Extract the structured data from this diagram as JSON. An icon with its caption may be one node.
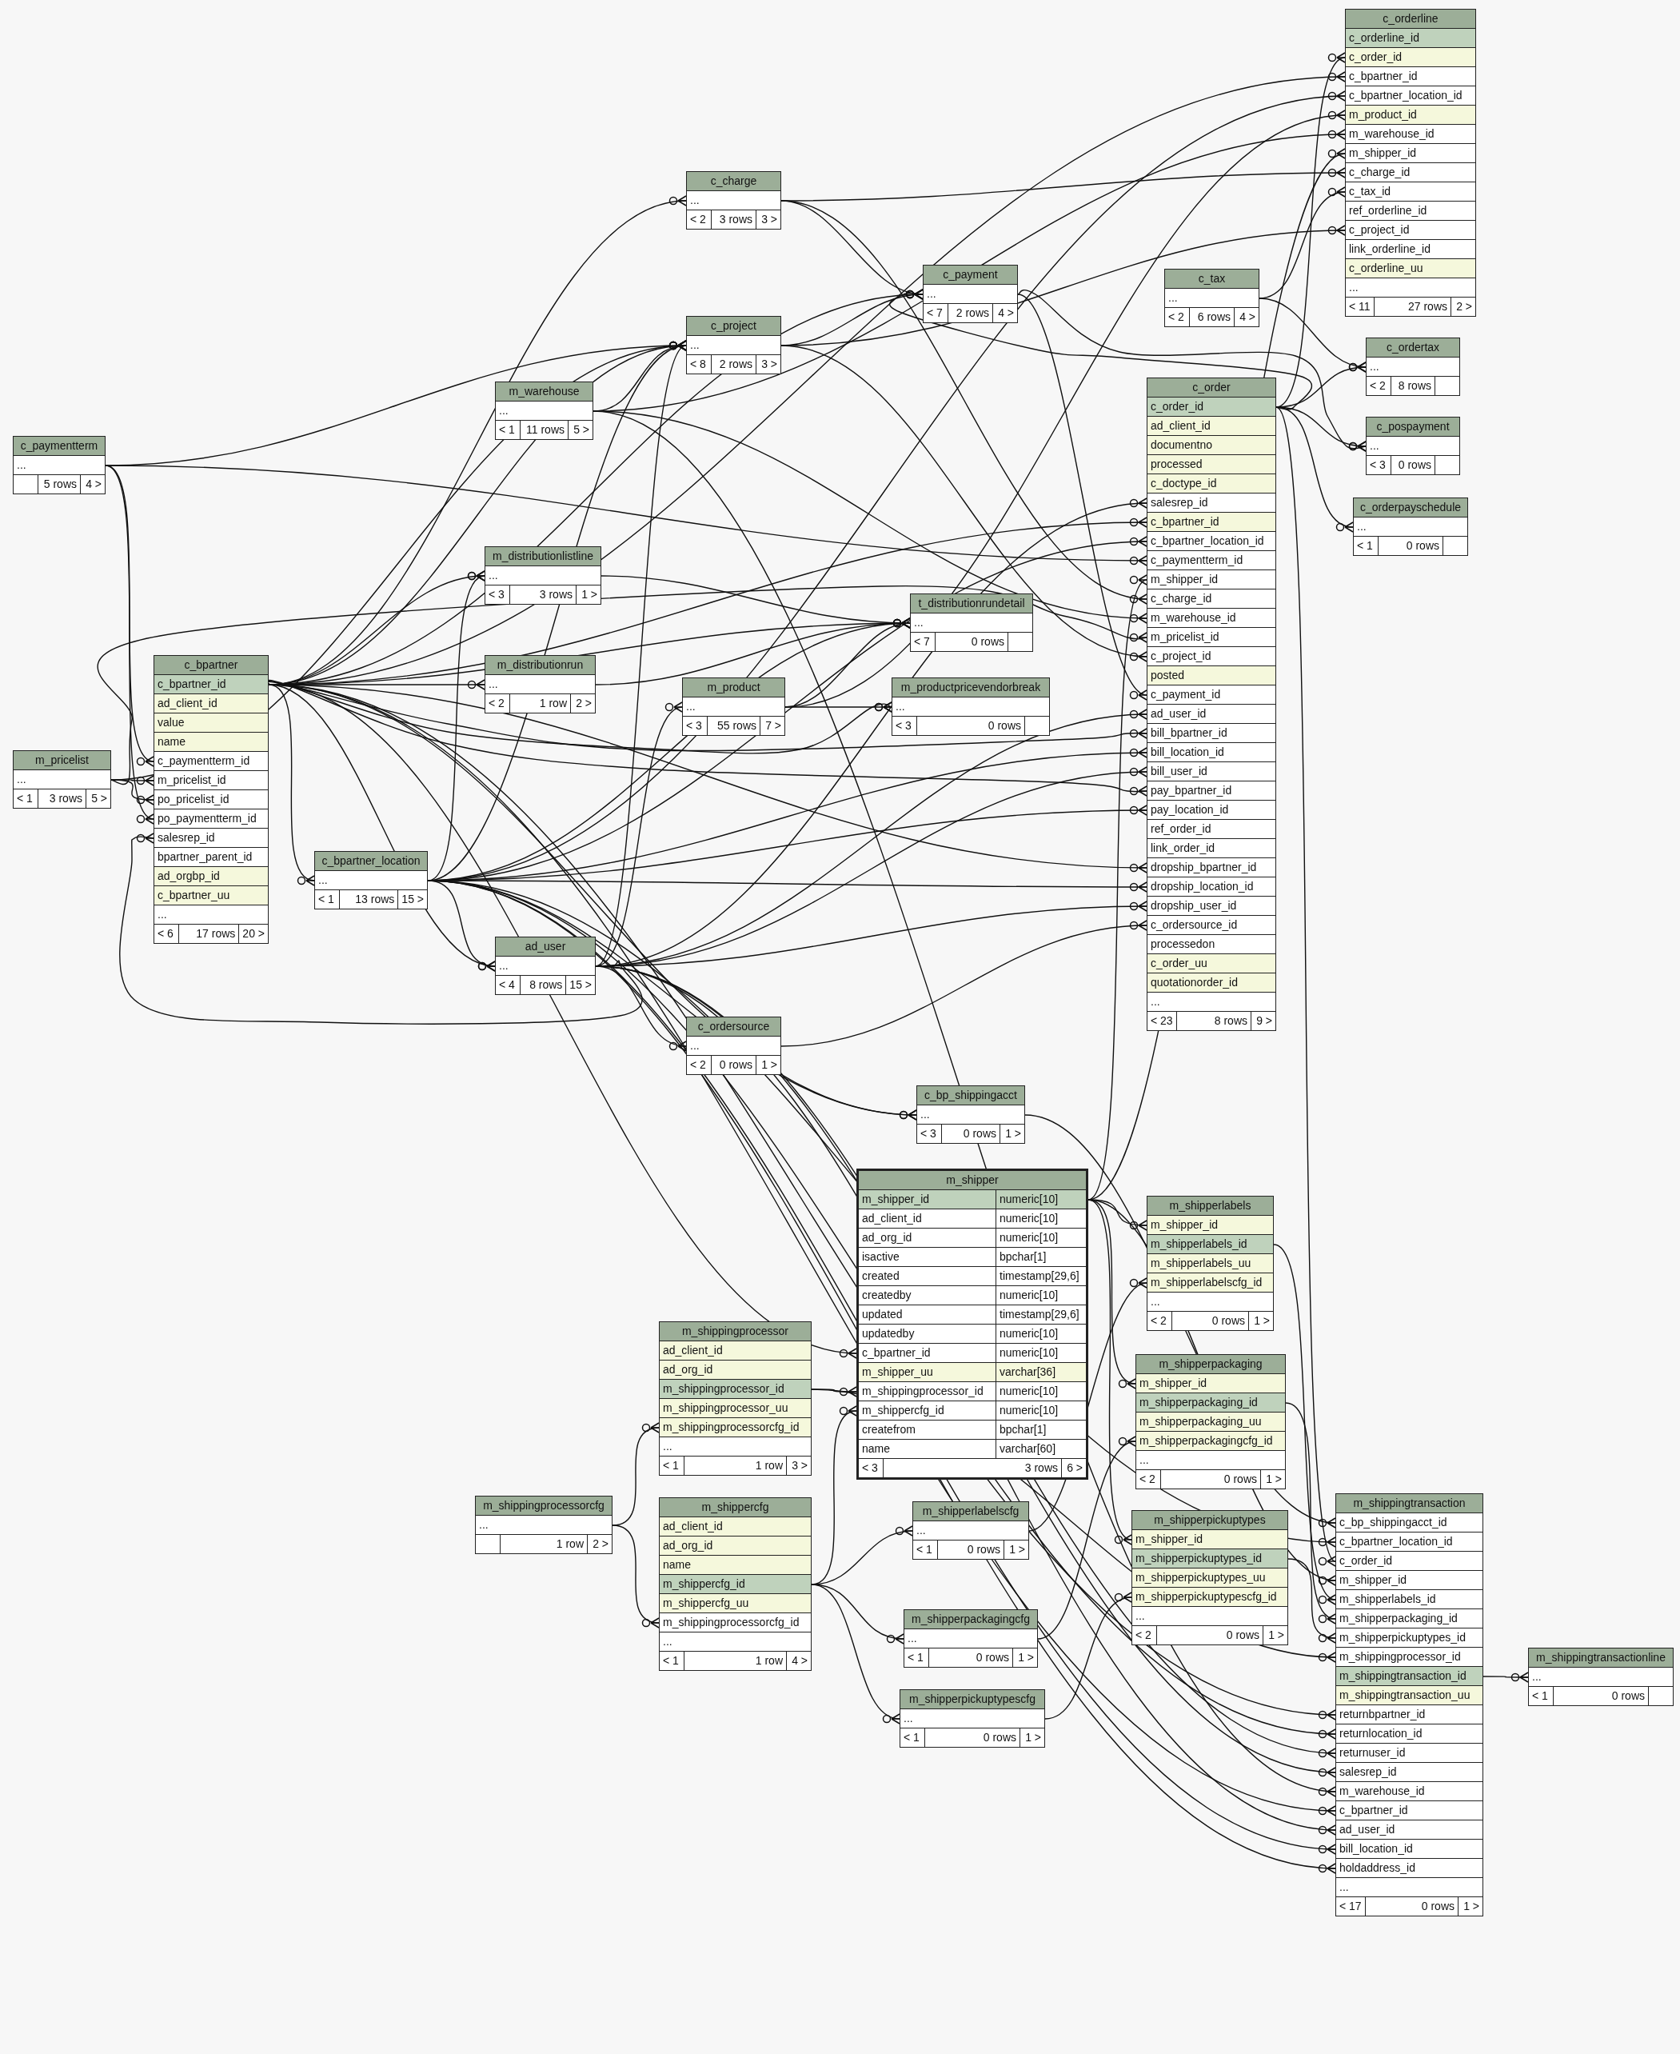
{
  "diagram": {
    "nodes": [
      {
        "text": [
          "c_orderline"
        ]
      },
      {
        "text": [
          "c_orderline_id"
        ],
        "in": 0
      },
      {
        "text": [
          "c_order_id"
        ],
        "in": 0
      },
      {
        "text": [
          "c_bpartner_id"
        ],
        "in": 0
      },
      {
        "text": [
          "c_bpartner_location_id"
        ],
        "in": 0
      },
      {
        "text": [
          "m_product_id"
        ],
        "in": 0
      },
      {
        "text": [
          "m_warehouse_id"
        ],
        "in": 0
      },
      {
        "text": [
          "m_shipper_id"
        ],
        "in": 0
      },
      {
        "text": [
          "c_charge_id"
        ],
        "in": 0
      },
      {
        "text": [
          "c_tax_id"
        ],
        "in": 0
      },
      {
        "text": [
          "ref_orderline_id"
        ],
        "in": 0
      },
      {
        "text": [
          "c_project_id"
        ],
        "in": 0
      },
      {
        "text": [
          "link_orderline_id"
        ],
        "in": 0
      },
      {
        "text": [
          "c_orderline_uu"
        ],
        "in": 0
      },
      {
        "text": [
          "..."
        ],
        "in": 0
      },
      {
        "text": [
          "< 11",
          "27 rows",
          "2 >"
        ],
        "in": 0
      },
      {
        "text": [
          "c_charge"
        ]
      },
      {
        "text": [
          "..."
        ],
        "in": 16
      },
      {
        "text": [
          "< 2",
          "3 rows",
          "3 >"
        ],
        "in": 16
      },
      {
        "text": [
          "c_payment"
        ]
      },
      {
        "text": [
          "..."
        ],
        "in": 19
      },
      {
        "text": [
          "< 7",
          "2 rows",
          "4 >"
        ],
        "in": 19
      },
      {
        "text": [
          "c_project"
        ]
      },
      {
        "text": [
          "..."
        ],
        "in": 22
      },
      {
        "text": [
          "< 8",
          "2 rows",
          "3 >"
        ],
        "in": 22
      },
      {
        "text": [
          "m_warehouse"
        ]
      },
      {
        "text": [
          "..."
        ],
        "in": 25
      },
      {
        "text": [
          "< 1",
          "11 rows",
          "5 >"
        ],
        "in": 25
      },
      {
        "text": [
          "c_tax"
        ]
      },
      {
        "text": [
          "..."
        ],
        "in": 28
      },
      {
        "text": [
          "< 2",
          "6 rows",
          "4 >"
        ],
        "in": 28
      },
      {
        "text": [
          "c_ordertax"
        ]
      },
      {
        "text": [
          "..."
        ],
        "in": 31
      },
      {
        "text": [
          "< 2",
          "8 rows"
        ],
        "in": 31
      },
      {
        "text": [
          "c_pospayment"
        ]
      },
      {
        "text": [
          "..."
        ],
        "in": 34
      },
      {
        "text": [
          "< 3",
          "0 rows"
        ],
        "in": 34
      },
      {
        "text": [
          "c_orderpayschedule"
        ]
      },
      {
        "text": [
          "..."
        ],
        "in": 37
      },
      {
        "text": [
          "< 1",
          "0 rows"
        ],
        "in": 37
      },
      {
        "text": [
          "c_order"
        ]
      },
      {
        "text": [
          "c_order_id"
        ],
        "in": 40
      },
      {
        "text": [
          "ad_client_id"
        ],
        "in": 40
      },
      {
        "text": [
          "documentno"
        ],
        "in": 40
      },
      {
        "text": [
          "processed"
        ],
        "in": 40
      },
      {
        "text": [
          "c_doctype_id"
        ],
        "in": 40
      },
      {
        "text": [
          "salesrep_id"
        ],
        "in": 40
      },
      {
        "text": [
          "c_bpartner_id"
        ],
        "in": 40
      },
      {
        "text": [
          "c_bpartner_location_id"
        ],
        "in": 40
      },
      {
        "text": [
          "c_paymentterm_id"
        ],
        "in": 40
      },
      {
        "text": [
          "m_shipper_id"
        ],
        "in": 40
      },
      {
        "text": [
          "c_charge_id"
        ],
        "in": 40
      },
      {
        "text": [
          "m_warehouse_id"
        ],
        "in": 40
      },
      {
        "text": [
          "m_pricelist_id"
        ],
        "in": 40
      },
      {
        "text": [
          "c_project_id"
        ],
        "in": 40
      },
      {
        "text": [
          "posted"
        ],
        "in": 40
      },
      {
        "text": [
          "c_payment_id"
        ],
        "in": 40
      },
      {
        "text": [
          "ad_user_id"
        ],
        "in": 40
      },
      {
        "text": [
          "bill_bpartner_id"
        ],
        "in": 40
      },
      {
        "text": [
          "bill_location_id"
        ],
        "in": 40
      },
      {
        "text": [
          "bill_user_id"
        ],
        "in": 40
      },
      {
        "text": [
          "pay_bpartner_id"
        ],
        "in": 40
      },
      {
        "text": [
          "pay_location_id"
        ],
        "in": 40
      },
      {
        "text": [
          "ref_order_id"
        ],
        "in": 40
      },
      {
        "text": [
          "link_order_id"
        ],
        "in": 40
      },
      {
        "text": [
          "dropship_bpartner_id"
        ],
        "in": 40
      },
      {
        "text": [
          "dropship_location_id"
        ],
        "in": 40
      },
      {
        "text": [
          "dropship_user_id"
        ],
        "in": 40
      },
      {
        "text": [
          "c_ordersource_id"
        ],
        "in": 40
      },
      {
        "text": [
          "processedon"
        ],
        "in": 40
      },
      {
        "text": [
          "c_order_uu"
        ],
        "in": 40
      },
      {
        "text": [
          "quotationorder_id"
        ],
        "in": 40
      },
      {
        "text": [
          "..."
        ],
        "in": 40
      },
      {
        "text": [
          "< 23",
          "8 rows",
          "9 >"
        ],
        "in": 40
      },
      {
        "text": [
          "c_paymentterm"
        ]
      },
      {
        "text": [
          "..."
        ],
        "in": 74
      },
      {
        "text": [
          "5 rows",
          "4 >"
        ],
        "in": 74
      },
      {
        "text": [
          "m_distributionlistline"
        ]
      },
      {
        "text": [
          "..."
        ],
        "in": 77
      },
      {
        "text": [
          "< 3",
          "3 rows",
          "1 >"
        ],
        "in": 77
      },
      {
        "text": [
          "t_distributionrundetail"
        ]
      },
      {
        "text": [
          "..."
        ],
        "in": 80
      },
      {
        "text": [
          "< 7",
          "0 rows"
        ],
        "in": 80
      },
      {
        "text": [
          "m_distributionrun"
        ]
      },
      {
        "text": [
          "..."
        ],
        "in": 83
      },
      {
        "text": [
          "< 2",
          "1 row",
          "2 >"
        ],
        "in": 83
      },
      {
        "text": [
          "m_product"
        ]
      },
      {
        "text": [
          "..."
        ],
        "in": 86
      },
      {
        "text": [
          "< 3",
          "55 rows",
          "7 >"
        ],
        "in": 86
      },
      {
        "text": [
          "m_productpricevendorbreak"
        ]
      },
      {
        "text": [
          "..."
        ],
        "in": 89
      },
      {
        "text": [
          "< 3",
          "0 rows"
        ],
        "in": 89
      },
      {
        "text": [
          "c_bpartner"
        ]
      },
      {
        "text": [
          "c_bpartner_id"
        ],
        "in": 92
      },
      {
        "text": [
          "ad_client_id"
        ],
        "in": 92
      },
      {
        "text": [
          "value"
        ],
        "in": 92
      },
      {
        "text": [
          "name"
        ],
        "in": 92
      },
      {
        "text": [
          "c_paymentterm_id"
        ],
        "in": 92
      },
      {
        "text": [
          "m_pricelist_id"
        ],
        "in": 92
      },
      {
        "text": [
          "po_pricelist_id"
        ],
        "in": 92
      },
      {
        "text": [
          "po_paymentterm_id"
        ],
        "in": 92
      },
      {
        "text": [
          "salesrep_id"
        ],
        "in": 92
      },
      {
        "text": [
          "bpartner_parent_id"
        ],
        "in": 92
      },
      {
        "text": [
          "ad_orgbp_id"
        ],
        "in": 92
      },
      {
        "text": [
          "c_bpartner_uu"
        ],
        "in": 92
      },
      {
        "text": [
          "..."
        ],
        "in": 92
      },
      {
        "text": [
          "< 6",
          "17 rows",
          "20 >"
        ],
        "in": 92
      },
      {
        "text": [
          "m_pricelist"
        ]
      },
      {
        "text": [
          "..."
        ],
        "in": 107
      },
      {
        "text": [
          "< 1",
          "3 rows",
          "5 >"
        ],
        "in": 107
      },
      {
        "text": [
          "c_bpartner_location"
        ]
      },
      {
        "text": [
          "..."
        ],
        "in": 110
      },
      {
        "text": [
          "< 1",
          "13 rows",
          "15 >"
        ],
        "in": 110
      },
      {
        "text": [
          "ad_user"
        ]
      },
      {
        "text": [
          "..."
        ],
        "in": 113
      },
      {
        "text": [
          "< 4",
          "8 rows",
          "15 >"
        ],
        "in": 113
      },
      {
        "text": [
          "c_ordersource"
        ]
      },
      {
        "text": [
          "..."
        ],
        "in": 116
      },
      {
        "text": [
          "< 2",
          "0 rows",
          "1 >"
        ],
        "in": 116
      },
      {
        "text": [
          "c_bp_shippingacct"
        ]
      },
      {
        "text": [
          "..."
        ],
        "in": 119
      },
      {
        "text": [
          "< 3",
          "0 rows",
          "1 >"
        ],
        "in": 119
      },
      {
        "text": [
          "m_shipper"
        ]
      },
      {
        "text": [
          "m_shipper_id",
          "numeric[10]"
        ],
        "in": 122
      },
      {
        "text": [
          "ad_client_id",
          "numeric[10]"
        ],
        "in": 122
      },
      {
        "text": [
          "ad_org_id",
          "numeric[10]"
        ],
        "in": 122
      },
      {
        "text": [
          "isactive",
          "bpchar[1]"
        ],
        "in": 122
      },
      {
        "text": [
          "created",
          "timestamp[29,6]"
        ],
        "in": 122
      },
      {
        "text": [
          "createdby",
          "numeric[10]"
        ],
        "in": 122
      },
      {
        "text": [
          "updated",
          "timestamp[29,6]"
        ],
        "in": 122
      },
      {
        "text": [
          "updatedby",
          "numeric[10]"
        ],
        "in": 122
      },
      {
        "text": [
          "c_bpartner_id",
          "numeric[10]"
        ],
        "in": 122
      },
      {
        "text": [
          "m_shipper_uu",
          "varchar[36]"
        ],
        "in": 122
      },
      {
        "text": [
          "m_shippingprocessor_id",
          "numeric[10]"
        ],
        "in": 122
      },
      {
        "text": [
          "m_shippercfg_id",
          "numeric[10]"
        ],
        "in": 122
      },
      {
        "text": [
          "createfrom",
          "bpchar[1]"
        ],
        "in": 122
      },
      {
        "text": [
          "name",
          "varchar[60]"
        ],
        "in": 122
      },
      {
        "text": [
          "< 3",
          "3 rows",
          "6 >"
        ],
        "in": 122
      },
      {
        "text": [
          "m_shipperlabels"
        ]
      },
      {
        "text": [
          "m_shipper_id"
        ],
        "in": 138
      },
      {
        "text": [
          "m_shipperlabels_id"
        ],
        "in": 138
      },
      {
        "text": [
          "m_shipperlabels_uu"
        ],
        "in": 138
      },
      {
        "text": [
          "m_shipperlabelscfg_id"
        ],
        "in": 138
      },
      {
        "text": [
          "..."
        ],
        "in": 138
      },
      {
        "text": [
          "< 2",
          "0 rows",
          "1 >"
        ],
        "in": 138
      },
      {
        "text": [
          "m_shipperpackaging"
        ]
      },
      {
        "text": [
          "m_shipper_id"
        ],
        "in": 145
      },
      {
        "text": [
          "m_shipperpackaging_id"
        ],
        "in": 145
      },
      {
        "text": [
          "m_shipperpackaging_uu"
        ],
        "in": 145
      },
      {
        "text": [
          "m_shipperpackagingcfg_id"
        ],
        "in": 145
      },
      {
        "text": [
          "..."
        ],
        "in": 145
      },
      {
        "text": [
          "< 2",
          "0 rows",
          "1 >"
        ],
        "in": 145
      },
      {
        "text": [
          "m_shipperpickuptypes"
        ]
      },
      {
        "text": [
          "m_shipper_id"
        ],
        "in": 152
      },
      {
        "text": [
          "m_shipperpickuptypes_id"
        ],
        "in": 152
      },
      {
        "text": [
          "m_shipperpickuptypes_uu"
        ],
        "in": 152
      },
      {
        "text": [
          "m_shipperpickuptypescfg_id"
        ],
        "in": 152
      },
      {
        "text": [
          "..."
        ],
        "in": 152
      },
      {
        "text": [
          "< 2",
          "0 rows",
          "1 >"
        ],
        "in": 152
      },
      {
        "text": [
          "m_shippingprocessor"
        ]
      },
      {
        "text": [
          "ad_client_id"
        ],
        "in": 159
      },
      {
        "text": [
          "ad_org_id"
        ],
        "in": 159
      },
      {
        "text": [
          "m_shippingprocessor_id"
        ],
        "in": 159
      },
      {
        "text": [
          "m_shippingprocessor_uu"
        ],
        "in": 159
      },
      {
        "text": [
          "m_shippingprocessorcfg_id"
        ],
        "in": 159
      },
      {
        "text": [
          "..."
        ],
        "in": 159
      },
      {
        "text": [
          "< 1",
          "1 row",
          "3 >"
        ],
        "in": 159
      },
      {
        "text": [
          "m_shippingprocessorcfg"
        ]
      },
      {
        "text": [
          "..."
        ],
        "in": 167
      },
      {
        "text": [
          "1 row",
          "2 >"
        ],
        "in": 167
      },
      {
        "text": [
          "m_shippercfg"
        ]
      },
      {
        "text": [
          "ad_client_id"
        ],
        "in": 170
      },
      {
        "text": [
          "ad_org_id"
        ],
        "in": 170
      },
      {
        "text": [
          "name"
        ],
        "in": 170
      },
      {
        "text": [
          "m_shippercfg_id"
        ],
        "in": 170
      },
      {
        "text": [
          "m_shippercfg_uu"
        ],
        "in": 170
      },
      {
        "text": [
          "m_shippingprocessorcfg_id"
        ],
        "in": 170
      },
      {
        "text": [
          "..."
        ],
        "in": 170
      },
      {
        "text": [
          "< 1",
          "1 row",
          "4 >"
        ],
        "in": 170
      },
      {
        "text": [
          "m_shipperlabelscfg"
        ]
      },
      {
        "text": [
          "..."
        ],
        "in": 179
      },
      {
        "text": [
          "< 1",
          "0 rows",
          "1 >"
        ],
        "in": 179
      },
      {
        "text": [
          "m_shipperpackagingcfg"
        ]
      },
      {
        "text": [
          "..."
        ],
        "in": 182
      },
      {
        "text": [
          "< 1",
          "0 rows",
          "1 >"
        ],
        "in": 182
      },
      {
        "text": [
          "m_shipperpickuptypescfg"
        ]
      },
      {
        "text": [
          "..."
        ],
        "in": 185
      },
      {
        "text": [
          "< 1",
          "0 rows",
          "1 >"
        ],
        "in": 185
      },
      {
        "text": [
          "m_shippingtransaction"
        ]
      },
      {
        "text": [
          "c_bp_shippingacct_id"
        ],
        "in": 188
      },
      {
        "text": [
          "c_bpartner_location_id"
        ],
        "in": 188
      },
      {
        "text": [
          "c_order_id"
        ],
        "in": 188
      },
      {
        "text": [
          "m_shipper_id"
        ],
        "in": 188
      },
      {
        "text": [
          "m_shipperlabels_id"
        ],
        "in": 188
      },
      {
        "text": [
          "m_shipperpackaging_id"
        ],
        "in": 188
      },
      {
        "text": [
          "m_shipperpickuptypes_id"
        ],
        "in": 188
      },
      {
        "text": [
          "m_shippingprocessor_id"
        ],
        "in": 188
      },
      {
        "text": [
          "m_shippingtransaction_id"
        ],
        "in": 188
      },
      {
        "text": [
          "m_shippingtransaction_uu"
        ],
        "in": 188
      },
      {
        "text": [
          "returnbpartner_id"
        ],
        "in": 188
      },
      {
        "text": [
          "returnlocation_id"
        ],
        "in": 188
      },
      {
        "text": [
          "returnuser_id"
        ],
        "in": 188
      },
      {
        "text": [
          "salesrep_id"
        ],
        "in": 188
      },
      {
        "text": [
          "m_warehouse_id"
        ],
        "in": 188
      },
      {
        "text": [
          "c_bpartner_id"
        ],
        "in": 188
      },
      {
        "text": [
          "ad_user_id"
        ],
        "in": 188
      },
      {
        "text": [
          "bill_location_id"
        ],
        "in": 188
      },
      {
        "text": [
          "holdaddress_id"
        ],
        "in": 188
      },
      {
        "text": [
          "..."
        ],
        "in": 188
      },
      {
        "text": [
          "< 17",
          "0 rows",
          "1 >"
        ],
        "in": 188
      },
      {
        "text": [
          "m_shippingtransactionline"
        ]
      },
      {
        "text": [
          "..."
        ],
        "in": 210
      },
      {
        "text": [
          "< 1",
          "0 rows"
        ],
        "in": 210
      }
    ],
    "edges": [
      {
        "from": 41,
        "to": 2,
        "arrow": "other"
      },
      {
        "from": 93,
        "to": 3,
        "arrow": "other"
      },
      {
        "from": 111,
        "to": 4,
        "arrow": "other"
      },
      {
        "from": 87,
        "to": 5,
        "arrow": "other"
      },
      {
        "from": 26,
        "to": 6,
        "arrow": "other"
      },
      {
        "from": 123,
        "to": 7,
        "arrow": "other"
      },
      {
        "from": 17,
        "to": 8,
        "arrow": "other"
      },
      {
        "from": 29,
        "to": 9,
        "arrow": "other"
      },
      {
        "from": 23,
        "to": 11,
        "arrow": "other"
      },
      {
        "from": 93,
        "to": 17,
        "arrow": "other"
      },
      {
        "from": 17,
        "to": 20,
        "arrow": "other"
      },
      {
        "from": 23,
        "to": 20,
        "arrow": "other"
      },
      {
        "from": 93,
        "to": 20,
        "arrow": "other"
      },
      {
        "from": 41,
        "to": 20,
        "arrow": "other"
      },
      {
        "from": 93,
        "to": 23,
        "arrow": "other"
      },
      {
        "from": 111,
        "to": 23,
        "arrow": "other"
      },
      {
        "from": 114,
        "to": 23,
        "arrow": "other"
      },
      {
        "from": 26,
        "to": 23,
        "arrow": "other"
      },
      {
        "from": 75,
        "to": 23,
        "arrow": "other"
      },
      {
        "from": 108,
        "to": 23,
        "arrow": "other"
      },
      {
        "from": 41,
        "to": 32,
        "arrow": "other"
      },
      {
        "from": 29,
        "to": 32,
        "arrow": "other"
      },
      {
        "from": 41,
        "to": 35,
        "arrow": "other"
      },
      {
        "from": 20,
        "to": 35,
        "arrow": "other"
      },
      {
        "from": 41,
        "to": 38,
        "arrow": "other"
      },
      {
        "from": 114,
        "to": 46,
        "arrow": "other"
      },
      {
        "from": 93,
        "to": 47,
        "arrow": "other"
      },
      {
        "from": 111,
        "to": 48,
        "arrow": "other"
      },
      {
        "from": 75,
        "to": 49,
        "arrow": "other"
      },
      {
        "from": 123,
        "to": 50,
        "arrow": "other"
      },
      {
        "from": 17,
        "to": 51,
        "arrow": "other"
      },
      {
        "from": 26,
        "to": 52,
        "arrow": "other"
      },
      {
        "from": 108,
        "to": 53,
        "arrow": "other"
      },
      {
        "from": 23,
        "to": 54,
        "arrow": "other"
      },
      {
        "from": 20,
        "to": 56,
        "arrow": "other"
      },
      {
        "from": 114,
        "to": 57,
        "arrow": "other"
      },
      {
        "from": 93,
        "to": 58,
        "arrow": "other"
      },
      {
        "from": 111,
        "to": 59,
        "arrow": "other"
      },
      {
        "from": 114,
        "to": 60,
        "arrow": "other"
      },
      {
        "from": 93,
        "to": 61,
        "arrow": "other"
      },
      {
        "from": 111,
        "to": 62,
        "arrow": "other"
      },
      {
        "from": 93,
        "to": 65,
        "arrow": "other"
      },
      {
        "from": 111,
        "to": 66,
        "arrow": "other"
      },
      {
        "from": 114,
        "to": 67,
        "arrow": "other"
      },
      {
        "from": 117,
        "to": 68,
        "arrow": "other"
      },
      {
        "from": 93,
        "to": 78,
        "arrow": "other"
      },
      {
        "from": 111,
        "to": 78,
        "arrow": "other"
      },
      {
        "from": 93,
        "to": 84,
        "arrow": "other"
      },
      {
        "from": 93,
        "to": 81,
        "arrow": "other"
      },
      {
        "from": 111,
        "to": 81,
        "arrow": "other"
      },
      {
        "from": 84,
        "to": 81,
        "arrow": "other"
      },
      {
        "from": 78,
        "to": 81,
        "arrow": "other"
      },
      {
        "from": 87,
        "to": 81,
        "arrow": "other"
      },
      {
        "from": 114,
        "to": 87,
        "arrow": "other"
      },
      {
        "from": 93,
        "to": 90,
        "arrow": "other"
      },
      {
        "from": 87,
        "to": 90,
        "arrow": "other"
      },
      {
        "from": 75,
        "to": 97,
        "arrow": "other"
      },
      {
        "from": 108,
        "to": 98,
        "arrow": "other"
      },
      {
        "from": 108,
        "to": 99,
        "arrow": "other"
      },
      {
        "from": 75,
        "to": 100,
        "arrow": "other"
      },
      {
        "from": 114,
        "to": 101,
        "arrow": "other"
      },
      {
        "from": 93,
        "to": 111,
        "arrow": "other"
      },
      {
        "from": 93,
        "to": 114,
        "arrow": "other"
      },
      {
        "from": 111,
        "to": 114,
        "arrow": "other"
      },
      {
        "from": 114,
        "to": 117,
        "arrow": "other"
      },
      {
        "from": 93,
        "to": 120,
        "arrow": "other"
      },
      {
        "from": 111,
        "to": 120,
        "arrow": "other"
      },
      {
        "from": 93,
        "to": 131,
        "arrow": "other"
      },
      {
        "from": 162,
        "to": 133,
        "arrow": "other"
      },
      {
        "from": 174,
        "to": 134,
        "arrow": "other"
      },
      {
        "from": 123,
        "to": 139,
        "arrow": "other"
      },
      {
        "from": 180,
        "to": 142,
        "arrow": "other"
      },
      {
        "from": 123,
        "to": 146,
        "arrow": "other"
      },
      {
        "from": 183,
        "to": 149,
        "arrow": "other"
      },
      {
        "from": 123,
        "to": 153,
        "arrow": "other"
      },
      {
        "from": 186,
        "to": 156,
        "arrow": "other"
      },
      {
        "from": 168,
        "to": 164,
        "arrow": "other"
      },
      {
        "from": 168,
        "to": 176,
        "arrow": "other"
      },
      {
        "from": 174,
        "to": 180,
        "arrow": "other"
      },
      {
        "from": 174,
        "to": 183,
        "arrow": "other"
      },
      {
        "from": 174,
        "to": 186,
        "arrow": "other"
      },
      {
        "from": 120,
        "to": 189,
        "arrow": "other"
      },
      {
        "from": 111,
        "to": 190,
        "arrow": "other"
      },
      {
        "from": 41,
        "to": 191,
        "arrow": "other"
      },
      {
        "from": 123,
        "to": 192,
        "arrow": "other"
      },
      {
        "from": 140,
        "to": 193,
        "arrow": "other"
      },
      {
        "from": 147,
        "to": 194,
        "arrow": "other"
      },
      {
        "from": 154,
        "to": 195,
        "arrow": "other"
      },
      {
        "from": 162,
        "to": 196,
        "arrow": "other"
      },
      {
        "from": 93,
        "to": 199,
        "arrow": "other"
      },
      {
        "from": 111,
        "to": 200,
        "arrow": "other"
      },
      {
        "from": 114,
        "to": 201,
        "arrow": "other"
      },
      {
        "from": 114,
        "to": 202,
        "arrow": "other"
      },
      {
        "from": 26,
        "to": 203,
        "arrow": "other"
      },
      {
        "from": 93,
        "to": 204,
        "arrow": "other"
      },
      {
        "from": 114,
        "to": 205,
        "arrow": "other"
      },
      {
        "from": 111,
        "to": 206,
        "arrow": "other"
      },
      {
        "from": 111,
        "to": 207,
        "arrow": "other"
      },
      {
        "from": 197,
        "to": 211,
        "arrow": "other"
      }
    ]
  }
}
